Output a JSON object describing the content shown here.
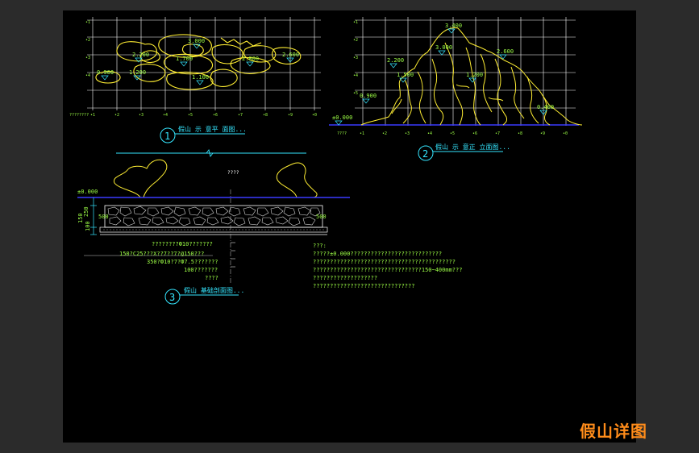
{
  "stamp_title": "假山详图",
  "plan": {
    "caption_num": "1",
    "caption": "假山 示 意平 面图...",
    "elev_labels": [
      "3.000",
      "2.200",
      "1.700",
      "2.800",
      "2.600",
      "0.900",
      "1.200",
      "1.100"
    ],
    "row_code": "????????"
  },
  "elevation": {
    "caption_num": "2",
    "caption": "假山 示 意正 立面图...",
    "elev_labels": [
      "3.400",
      "3.000",
      "2.600",
      "2.200",
      "1.500",
      "1.200",
      "0.900",
      "±0.000",
      "0.400"
    ],
    "row_code": "????"
  },
  "section": {
    "caption_num": "3",
    "caption": "假山 基础剖面图...",
    "center_mark": "????",
    "zero_mark": "±0.000",
    "dims": [
      "250",
      "100",
      "150"
    ],
    "right_mark": "500",
    "left_mark": "500",
    "layer_notes": [
      "????????Ф10???????",
      "150?C25???X??7??7?@150???",
      "350?Ф10?7?Ф7.5???????",
      "100???????",
      "????"
    ]
  },
  "notes": [
    "???:",
    "?????±0.000???????????????????????????",
    "??????????????????????????????????????????",
    "????????????????????????????????150~400mm???",
    "???????????????????",
    "??????????????????????????????"
  ]
}
